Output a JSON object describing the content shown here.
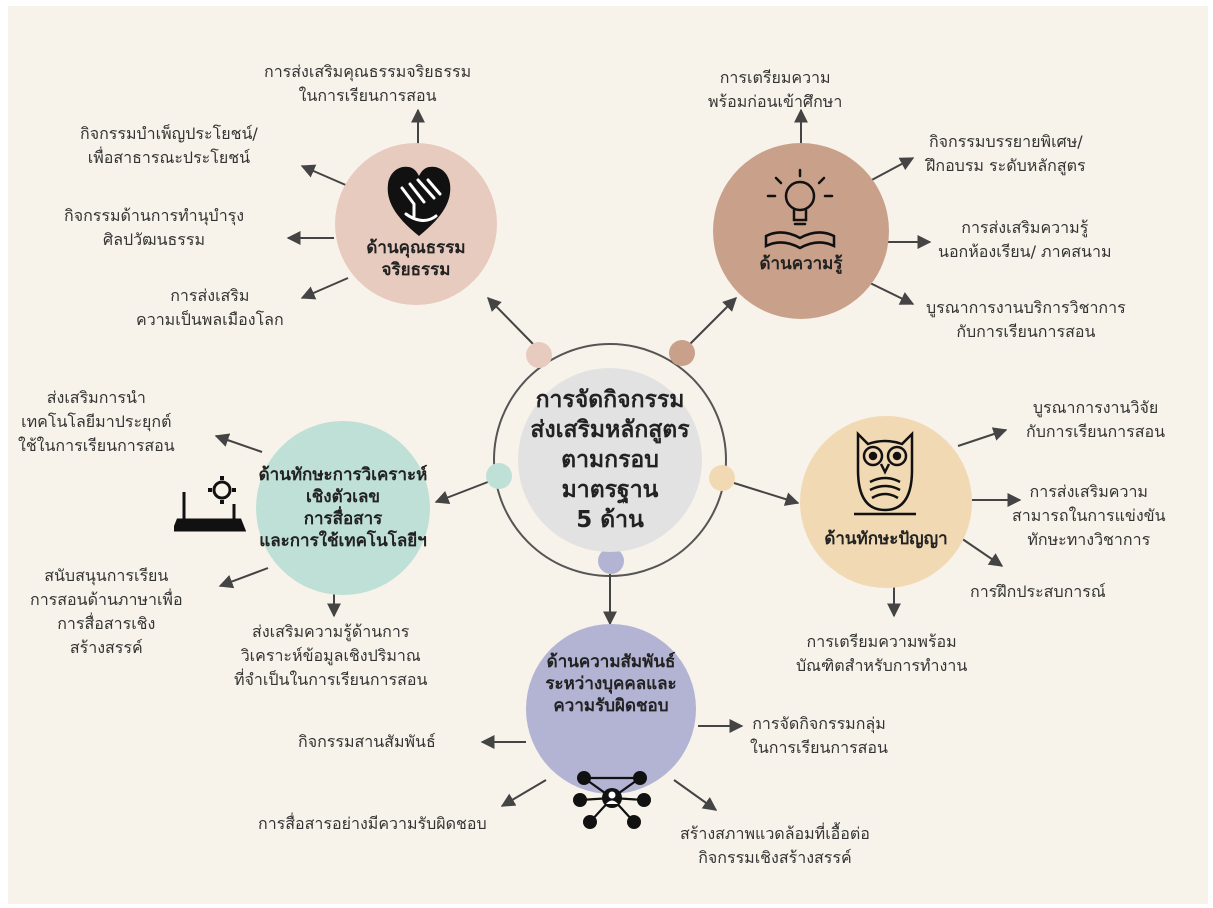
{
  "center": {
    "title": "การจัดกิจกรรม\nส่งเสริมหลักสูตร\nตามกรอบมาตรฐาน\n5 ด้าน"
  },
  "hubs": {
    "ethics": {
      "title": "ด้านคุณธรรม\nจริยธรรม",
      "color": "#e8cbbf",
      "icon": "heart-hand-icon",
      "items": [
        "การส่งเสริมคุณธรรมจริยธรรม\nในการเรียนการสอน",
        "กิจกรรมบำเพ็ญประโยชน์/\nเพื่อสาธารณะประโยชน์",
        "กิจกรรมด้านการทำนุบำรุง\nศิลปวัฒนธรรม",
        "การส่งเสริม\nความเป็นพลเมืองโลก"
      ]
    },
    "knowledge": {
      "title": "ด้านความรู้",
      "color": "#c9a08a",
      "icon": "lightbulb-book-icon",
      "items": [
        "การเตรียมความ\nพร้อมก่อนเข้าศึกษา",
        "กิจกรรมบรรยายพิเศษ/\nฝึกอบรม ระดับหลักสูตร",
        "การส่งเสริมความรู้\nนอกห้องเรียน/ ภาคสนาม",
        "บูรณาการงานบริการวิชาการ\nกับการเรียนการสอน"
      ]
    },
    "numeric": {
      "title": "ด้านทักษะการวิเคราะห์\nเชิงตัวเลข\nการสื่อสาร\nและการใช้เทคโนโลยีฯ",
      "color": "#bfe0d6",
      "icon": "laptop-gear-icon",
      "items": [
        "ส่งเสริมการนำ\nเทคโนโลยีมาประยุกต์\nใช้ในการเรียนการสอน",
        "สนับสนุนการเรียน\nการสอนด้านภาษาเพื่อ\nการสื่อสารเชิง\nสร้างสรรค์",
        "ส่งเสริมความรู้ด้านการ\nวิเคราะห์ข้อมูลเชิงปริมาณ\nที่จำเป็นในการเรียนการสอน"
      ]
    },
    "cognitive": {
      "title": "ด้านทักษะปัญญา",
      "color": "#f1d9b4",
      "icon": "owl-icon",
      "items": [
        "บูรณาการงานวิจัย\nกับการเรียนการสอน",
        "การส่งเสริมความ\nสามารถในการแข่งขัน\nทักษะทางวิชาการ",
        "การฝึกประสบการณ์",
        "การเตรียมความพร้อม\nบัณฑิตสำหรับการทำงาน"
      ]
    },
    "relations": {
      "title": "ด้านความสัมพันธ์\nระหว่างบุคคลและ\nความรับผิดชอบ",
      "color": "#b3b3d4",
      "icon": "network-people-icon",
      "items": [
        "กิจกรรมสานสัมพันธ์",
        "การจัดกิจกรรมกลุ่ม\nในการเรียนการสอน",
        "การสื่อสารอย่างมีความรับผิดชอบ",
        "สร้างสภาพแวดล้อมที่เอื้อต่อ\nกิจกรรมเชิงสร้างสรรค์"
      ]
    }
  },
  "colors": {
    "center": "#e2e2e2",
    "ring": "#555555",
    "arrow": "#444444",
    "dot_ethics": "#e8cbbf",
    "dot_knowledge": "#c9a08a",
    "dot_numeric": "#bfe0d6",
    "dot_cognitive": "#f1d9b4",
    "dot_relations": "#b3b3d4"
  }
}
